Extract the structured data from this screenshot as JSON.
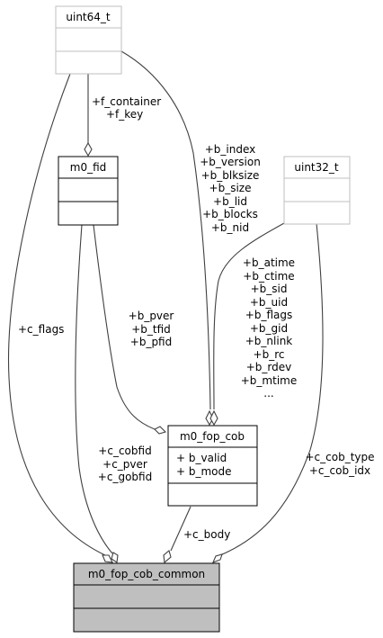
{
  "classes": {
    "uint64_t": {
      "name": "uint64_t"
    },
    "uint32_t": {
      "name": "uint32_t"
    },
    "m0_fid": {
      "name": "m0_fid"
    },
    "m0_fop_cob": {
      "name": "m0_fop_cob",
      "attributes": [
        "+ b_valid",
        "+ b_mode"
      ]
    },
    "m0_fop_cob_common": {
      "name": "m0_fop_cob_common"
    }
  },
  "edge_labels": {
    "fid_from_u64": [
      "+f_container",
      "+f_key"
    ],
    "cob_from_u64": [
      "+b_index",
      "+b_version",
      "+b_blksize",
      "+b_size",
      "+b_lid",
      "+b_blocks",
      "+b_nid"
    ],
    "cob_from_u32": [
      "+b_atime",
      "+b_ctime",
      "+b_sid",
      "+b_uid",
      "+b_flags",
      "+b_gid",
      "+b_nlink",
      "+b_rc",
      "+b_rdev",
      "+b_mtime",
      "..."
    ],
    "cob_from_fid": [
      "+b_pver",
      "+b_tfid",
      "+b_pfid"
    ],
    "common_from_u64": [
      "+c_flags"
    ],
    "common_from_fid": [
      "+c_cobfid",
      "+c_pver",
      "+c_gobfid"
    ],
    "common_from_cob": [
      "+c_body"
    ],
    "common_from_u32": [
      "+c_cob_type",
      "+c_cob_idx"
    ]
  },
  "colors": {
    "grey_border": "#bfbfbf",
    "black_border": "#000000",
    "highlight_fill": "#bfbfbf",
    "edge": "#404040"
  }
}
